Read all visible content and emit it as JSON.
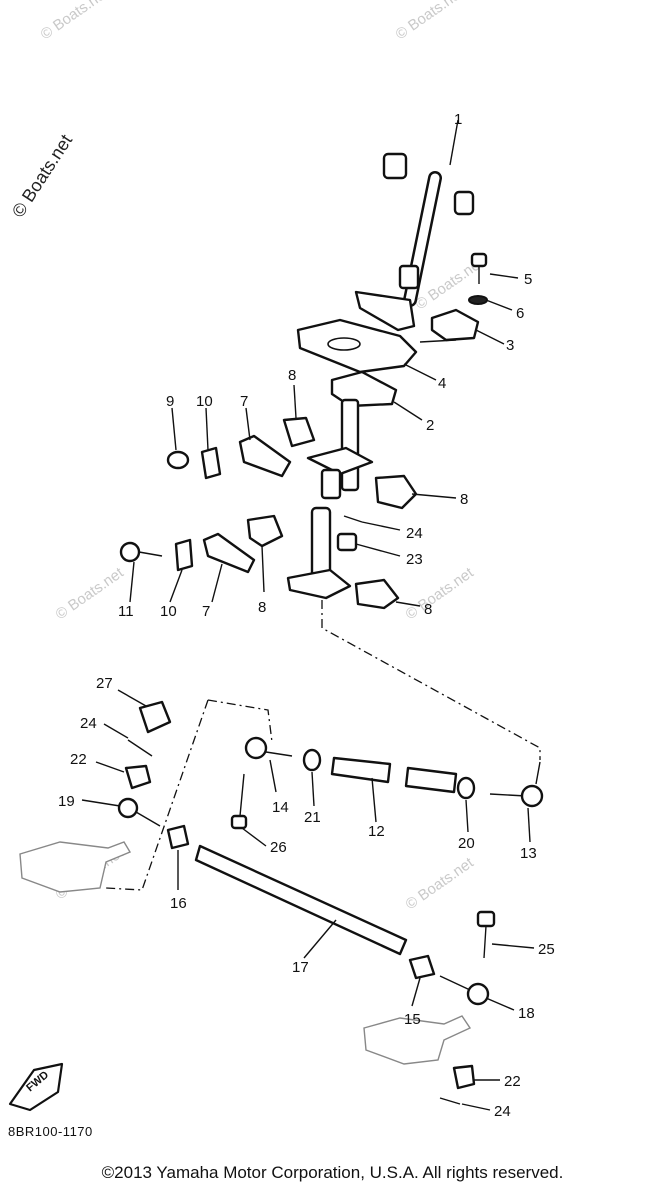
{
  "diagram": {
    "watermark": "© Boats.net",
    "side_watermark": "© Boats.net",
    "diagram_code": "8BR100-1170",
    "fwd_label": "FWD",
    "copyright": "©2013 Yamaha Motor Corporation, U.S.A. All rights reserved.",
    "callouts": [
      "1",
      "2",
      "3",
      "4",
      "5",
      "6",
      "7",
      "8",
      "9",
      "10",
      "11",
      "10",
      "7",
      "8",
      "8",
      "24",
      "23",
      "8",
      "27",
      "24",
      "22",
      "19",
      "14",
      "21",
      "12",
      "20",
      "13",
      "26",
      "16",
      "17",
      "15",
      "25",
      "18",
      "22",
      "24"
    ]
  }
}
